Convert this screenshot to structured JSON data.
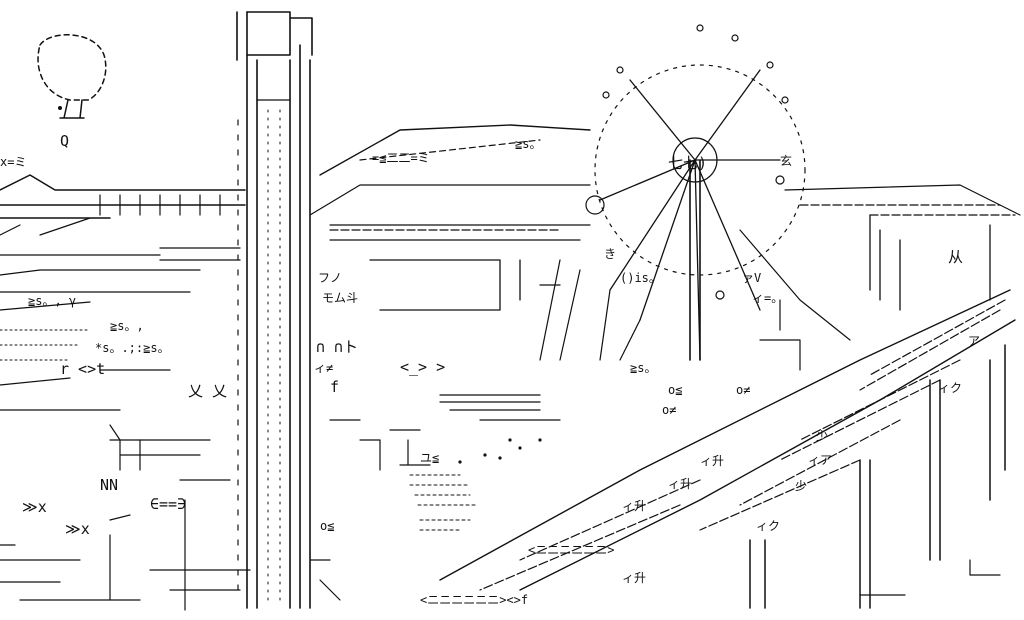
{
  "image": {
    "kind": "ascii-art scene",
    "ink_color": "#111111",
    "background_color": "#ffffff"
  },
  "text_fragments": {
    "balloon_tag": "Q",
    "x_mark": "x=ミ",
    "signs_left": "≧s。, γ",
    "signs_left_2": "≧s。,",
    "signs_left_3": "*s。.;:≧s。",
    "brackets": "r <>t",
    "kanji_mata": "乂 乂",
    "nn": "NN",
    "arrow_xx": "≫x",
    "eq_box": "∈==∋",
    "top_right_sign": "≧s。",
    "mid_sign": "=≦二二=ミ",
    "ki": "き",
    "isu": "()is。",
    "av": "ァV",
    "ilu": "ィ=。",
    "seven": "七七)",
    "kanji_gen": "玄",
    "kanji_mu": "从",
    "ki_sho": "ィ升",
    "sho_label": "少",
    "ik": "ィク",
    "ia": "ィア",
    "bottom_arrows": "<ニニニニニニ><>f",
    "mid_arrows": "<ニニニニニニ>",
    "pa": "フノ",
    "mu": "モム斗",
    "kan": "∩ ∩ト",
    "lt": "<_> >",
    "ne": "ィ≠",
    "f": "f",
    "o_le": "o≦",
    "o_ne": "o≠",
    "s_sign": "≧s。",
    "u_ni": "ユ≦",
    "ai": "ア"
  }
}
